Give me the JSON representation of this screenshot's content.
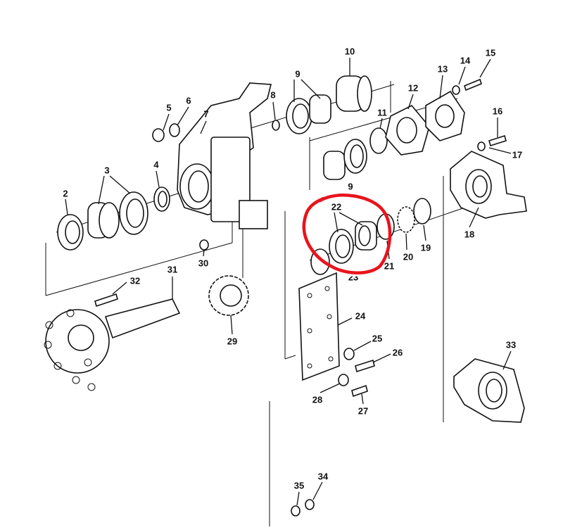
{
  "diagram": {
    "type": "exploded-parts-view",
    "highlight_color": "#e8141c",
    "highlighted_callout": "22",
    "callouts": {
      "c2": "2",
      "c3": "3",
      "c4": "4",
      "c5": "5",
      "c6": "6",
      "c7": "7",
      "c8": "8",
      "c9a": "9",
      "c9b": "9",
      "c10": "10",
      "c11": "11",
      "c12": "12",
      "c13": "13",
      "c14": "14",
      "c15": "15",
      "c16": "16",
      "c17": "17",
      "c18": "18",
      "c19": "19",
      "c20": "20",
      "c21": "21",
      "c22": "22",
      "c23": "23",
      "c24": "24",
      "c25": "25",
      "c26": "26",
      "c27": "27",
      "c28": "28",
      "c29": "29",
      "c30": "30",
      "c31": "31",
      "c32": "32",
      "c33": "33",
      "c34": "34",
      "c35": "35"
    }
  }
}
